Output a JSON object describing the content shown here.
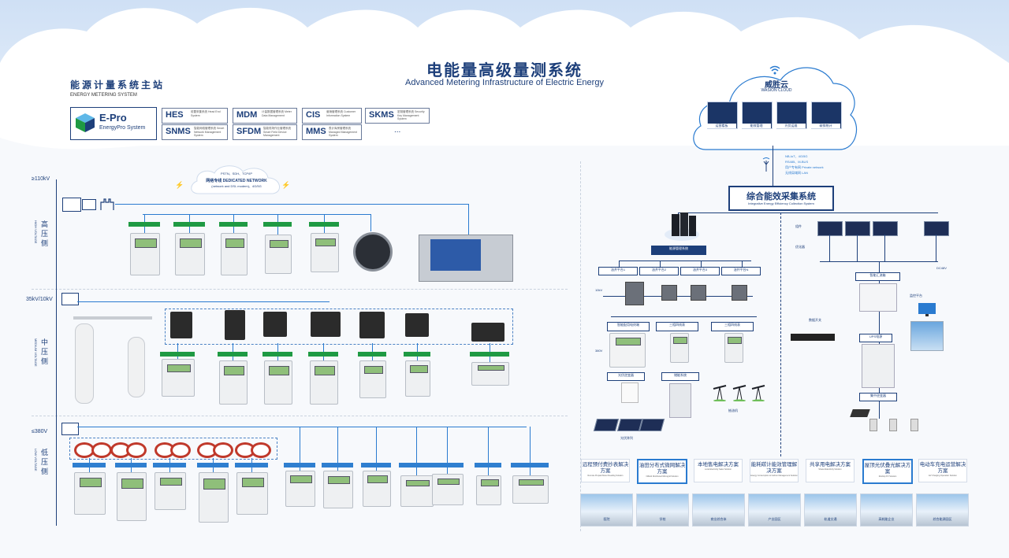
{
  "header": {
    "title_cn": "电能量高级量测系统",
    "title_en": "Advanced Metering Infrastructure of Electric Energy"
  },
  "master_station": {
    "title_cn": "能源计量系统主站",
    "title_en": "ENERGY METERING SYSTEM",
    "product": {
      "name": "E-Pro",
      "sub": "EnergyPro System"
    },
    "systems": [
      {
        "abbr": "HES",
        "desc": "前置采集系统 Head End System"
      },
      {
        "abbr": "MDM",
        "desc": "计量数据管理系统 Meter Data Management"
      },
      {
        "abbr": "CIS",
        "desc": "营销管理系统 Customer Information System"
      },
      {
        "abbr": "SKMS",
        "desc": "密钥管理系统 Security Key Management System"
      },
      {
        "abbr": "SNMS",
        "desc": "智能网络管理系统 Smart Network Management System"
      },
      {
        "abbr": "SFDM",
        "desc": "智能现场作业管理系统 Smart Field Device Management"
      },
      {
        "abbr": "MMS",
        "desc": "表计库房管理系统 Managed Management System"
      }
    ],
    "more": "..."
  },
  "wasion_cloud": {
    "title_cn": "威胜云",
    "title_en": "WASION CLOUD",
    "apps": [
      "运营看板",
      "能效管理",
      "光伏运维",
      "碳排统计"
    ]
  },
  "network": {
    "protocols": "PSTN、SDH、TCP/IP",
    "dedicated": "网络专线 DEDICATED NETWORK",
    "detail": "(network and DSL modem)、4G/5G"
  },
  "voltage_levels": [
    {
      "label": "≥110kV",
      "cn": "高压侧",
      "en": "HIGH VOLTAGE"
    },
    {
      "label": "35kV/10kV",
      "cn": "中压侧",
      "en": "MEDIUM VOLTAGE"
    },
    {
      "label": "≤380V",
      "cn": "低压侧",
      "en": "LOW VOLTAGE"
    }
  ],
  "integrated": {
    "title_cn": "综合能效采集系统",
    "title_en": "Integrative Energy Efficiency Collection System",
    "comm": [
      "NB-IoT、4G/5G",
      "RS485、M-BUS",
      "用户专有网 Private network",
      "无线局域网 LAN"
    ],
    "mgmt_system": "能源管理系统",
    "platforms": [
      "油井平台1",
      "油井平台2",
      "油井平台3",
      "油井平台N"
    ],
    "voltage_10kv": "10kV",
    "voltage_380v": "380V",
    "meters": [
      "智能配用电终端",
      "三相四线表",
      "三相四线表"
    ],
    "pv_inverter": "光伏逆变器",
    "storage": "储能系统",
    "pumps": "抽油机",
    "pv": "光伏阵列",
    "components": "组件",
    "optimizer": "优化器",
    "combiner": "智能汇流箱",
    "monitor": "监控平台",
    "switch": "数据开关",
    "power": "UPS电源",
    "inverter2": "集中逆变器",
    "dc": "DC48V"
  },
  "solutions": [
    {
      "cn": "远程预付费抄表解决方案",
      "en": "Remote Prepaid Meter Reading Solution"
    },
    {
      "cn": "油田分布式微网解决方案",
      "en": "Oilfield Distributed Microgrid Solution"
    },
    {
      "cn": "本地售电解决方案",
      "en": "Local Electricity Sales Solution"
    },
    {
      "cn": "能耗碳计能效管理解决方案",
      "en": "Energy Consumption & Carbon Management Solution"
    },
    {
      "cn": "共享用电解决方案",
      "en": "Shared Electricity Solution"
    },
    {
      "cn": "屋顶光伏叠光解决方案",
      "en": "Rooftop PV Solution"
    },
    {
      "cn": "电动车充电运营解决方案",
      "en": "EV Charging Operation Solution"
    }
  ],
  "scenes": [
    "医院",
    "学校",
    "商业综合体",
    "产业园区",
    "轨道交通",
    "高耗能企业",
    "综合能源园区"
  ],
  "colors": {
    "primary": "#1d3f7a",
    "accent": "#2a7bd0",
    "green": "#1f9a43",
    "ct_red": "#c0392b"
  }
}
